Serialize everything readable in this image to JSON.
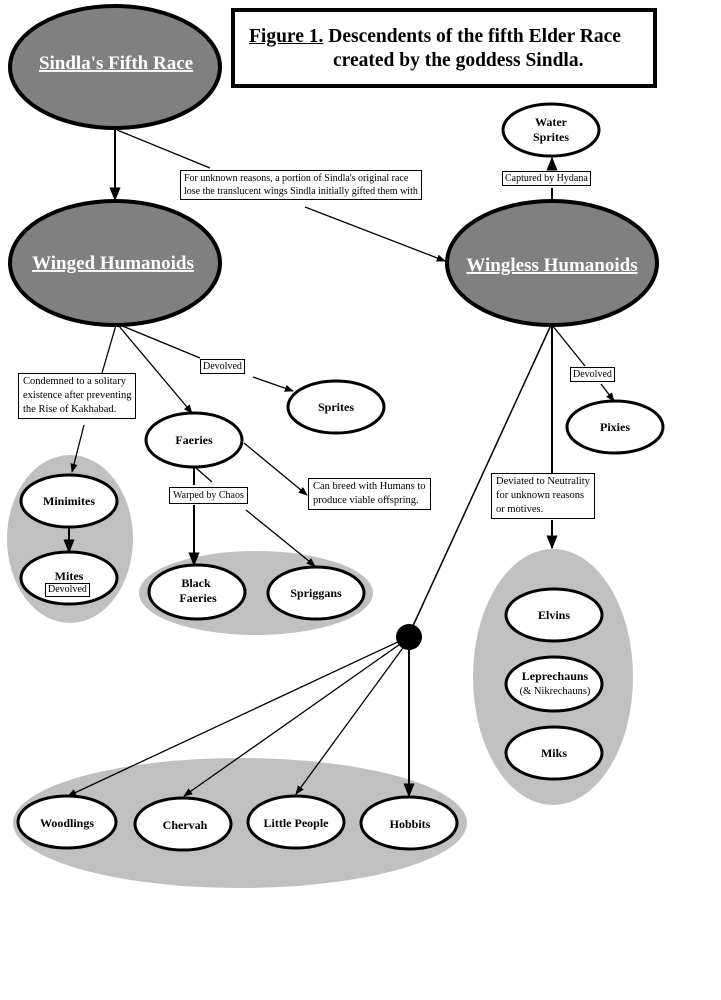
{
  "title": {
    "figure_label": "Figure 1.",
    "line1": " Descendents of the fifth Elder Race",
    "line2": "created by the goddess Sindla."
  },
  "colors": {
    "major_node_fill": "#808080",
    "group_fill": "#c0c0c0",
    "node_fill": "#ffffff",
    "stroke": "#000000",
    "major_text": "#ffffff"
  },
  "major_nodes": {
    "root": "Sindla's Fifth Race",
    "winged": "Winged Humanoids",
    "wingless": "Wingless Humanoids"
  },
  "nodes": {
    "water_sprites": [
      "Water",
      "Sprites"
    ],
    "sprites": "Sprites",
    "faeries": "Faeries",
    "pixies": "Pixies",
    "minimites": "Minimites",
    "mites": "Mites",
    "black_faeries": [
      "Black",
      "Faeries"
    ],
    "spriggans": "Spriggans",
    "elvins": "Elvins",
    "leprechauns": "Leprechauns",
    "leprechauns_sub": "(& Nikrechauns)",
    "miks": "Miks",
    "woodlings": "Woodlings",
    "chervah": "Chervah",
    "little_people": "Little People",
    "hobbits": "Hobbits"
  },
  "edge_labels": {
    "lose_wings": [
      "For unknown reasons, a portion of Sindla's original race",
      "lose the translucent wings Sindla  initially gifted them with"
    ],
    "captured": "Captured by Hydana",
    "devolved_sprites": "Devolved",
    "devolved_pixies": "Devolved",
    "devolved_mites": "Devolved",
    "condemned": [
      "Condemned to a solitary",
      "existence after preventing",
      "the Rise of Kakhabad."
    ],
    "warped": "Warped by Chaos",
    "breed": [
      "Can breed with Humans to",
      "produce viable offspring."
    ],
    "neutrality": [
      "Deviated to Neutrality",
      "for unknown reasons",
      "or motives."
    ]
  }
}
